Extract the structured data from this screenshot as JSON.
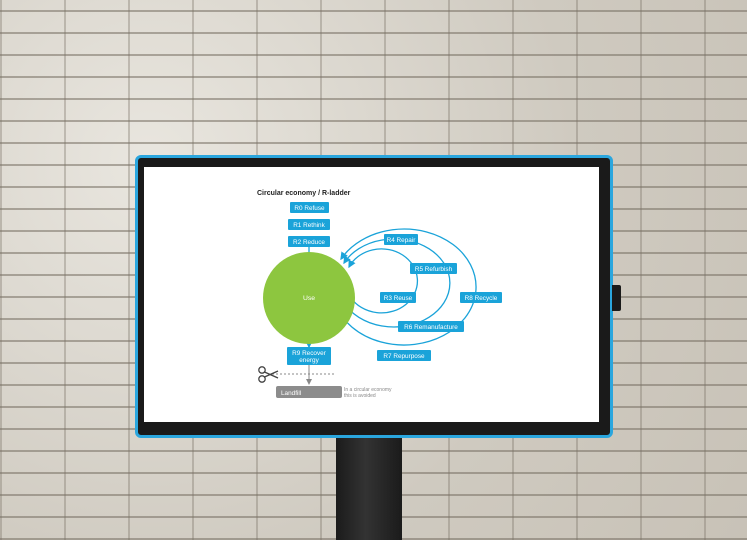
{
  "diagram": {
    "title": "Circular economy / R-ladder",
    "use_label": "Use",
    "boxes": {
      "r0": "R0 Refuse",
      "r1": "R1 Rethink",
      "r2": "R2 Reduce",
      "r3": "R3 Reuse",
      "r4": "R4 Repair",
      "r5": "R5 Refurbish",
      "r6": "R6 Remanufacture",
      "r7": "R7 Repurpose",
      "r8": "R8 Recycle",
      "r9_line1": "R9 Recover",
      "r9_line2": "energy"
    },
    "landfill": "Landfill",
    "note_line1": "In a circular economy",
    "note_line2": "this is avoided"
  },
  "colors": {
    "accent_blue": "#1aa3d9",
    "use_green": "#8dc63f",
    "landfill_gray": "#8c8c8c",
    "monitor_frame": "#2aa6de"
  },
  "icons": [
    "scissors-icon"
  ]
}
